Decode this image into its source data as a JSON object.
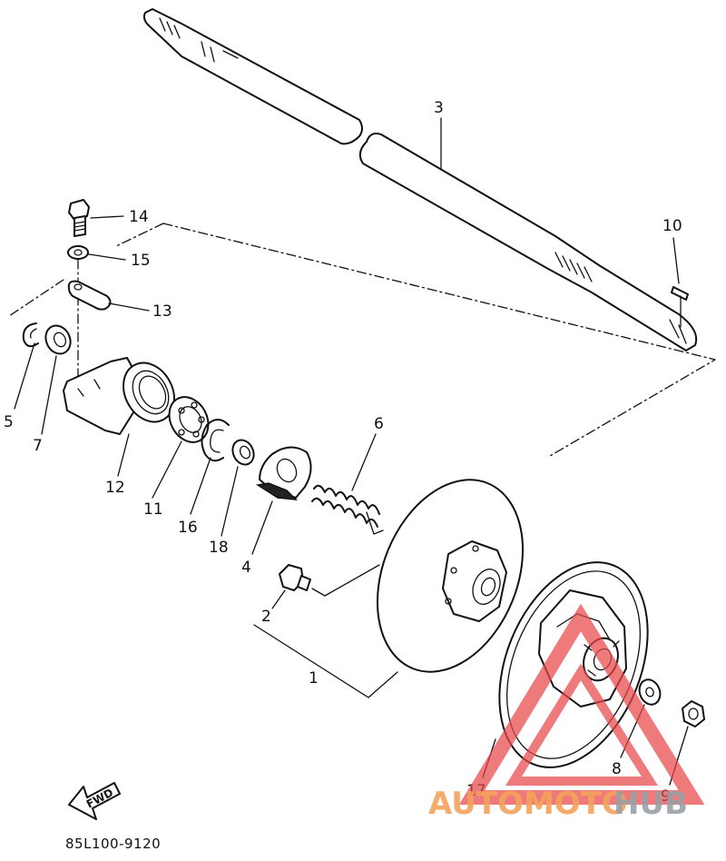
{
  "diagram_code": "85L100-9120",
  "fwd_label": "FWD",
  "watermark": {
    "brand_part_1": "AUTOMOTO",
    "brand_part_2": "HUB",
    "color_part_1": "#f4a259",
    "color_part_2": "#9aa0a6",
    "triangle_color": "#e8474a"
  },
  "callouts": {
    "c1": "1",
    "c2": "2",
    "c3": "3",
    "c4": "4",
    "c5": "5",
    "c6": "6",
    "c7": "7",
    "c8": "8",
    "c9": "9",
    "c10": "10",
    "c11": "11",
    "c12": "12",
    "c13": "13",
    "c14": "14",
    "c15": "15",
    "c16": "16",
    "c17": "17",
    "c18": "18"
  }
}
